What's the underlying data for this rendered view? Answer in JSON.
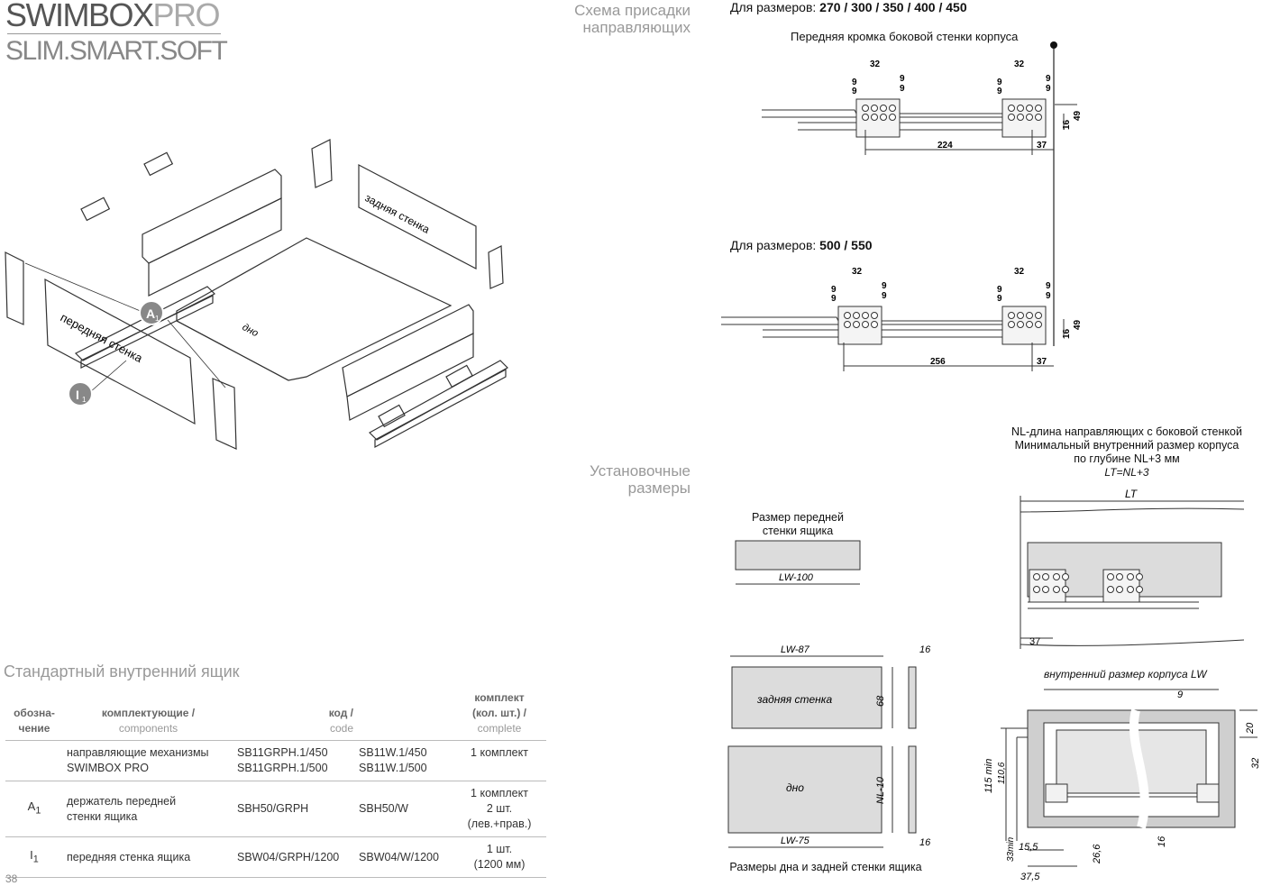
{
  "brand": {
    "name_strong": "SWIMBOX",
    "name_thin": "PRO",
    "slogan": "SLIM.SMART.SOFT"
  },
  "sections": {
    "scheme_line1": "Схема присадки",
    "scheme_line2": "направляющих",
    "install_line1": "Установочные",
    "install_line2": "размеры",
    "standard_box": "Стандартный внутренний ящик"
  },
  "exploded": {
    "back_wall": "задняя стенка",
    "front_wall": "передняя стенка",
    "bottom": "дно",
    "marker_a": "A",
    "marker_i": "I",
    "marker_sub": "1"
  },
  "drilling": {
    "sizes1_prefix": "Для размеров: ",
    "sizes1_values": "270 / 300 / 350 / 400 / 450",
    "front_edge_label": "Передняя кромка боковой стенки корпуса",
    "sizes2_prefix": "Для размеров: ",
    "sizes2_values": "500 / 550",
    "dim_32": "32",
    "dim_9": "9",
    "dim_49": "49",
    "dim_16": "16",
    "dim_37": "37",
    "dim_224": "224",
    "dim_256": "256"
  },
  "install": {
    "nl_note_1": "NL-длина направляющих с боковой стенкой",
    "nl_note_2": "Минимальный внутренний размер корпуса",
    "nl_note_3": "по глубине NL+3 мм",
    "lt_formula": "LT=NL+3",
    "lt": "LT",
    "dim_37": "37",
    "front_size_1": "Размер передней",
    "front_size_2": "стенки ящика",
    "lw100": "LW-100",
    "lw87": "LW-87",
    "dim_16a": "16",
    "back_wall": "задняя стенка",
    "dim_68": "68",
    "bottom": "дно",
    "nl10": "NL-10",
    "lw75": "LW-75",
    "dim_16b": "16",
    "bottom_caption": "Размеры дна и задней стенки ящика",
    "inner_size": "внутренний размер корпуса",
    "lw": "LW",
    "dim_9": "9",
    "dim_20": "20",
    "dim_32": "32",
    "dim_115": "115 min",
    "dim_110": "110,6",
    "dim_33": "33min",
    "dim_155": "15,5",
    "dim_375": "37,5",
    "dim_266": "26,6",
    "dim_16": "16"
  },
  "table": {
    "headers": {
      "designation_1": "обозна-",
      "designation_2": "чение",
      "components_ru": "комплектующие /",
      "components_en": "components",
      "code_ru": "код /",
      "code_en": "code",
      "set_ru_1": "комплект",
      "set_ru_2": "(кол. шт.) /",
      "set_en": "complete"
    },
    "rows": [
      {
        "sym": "",
        "sym_sub": "",
        "name_1": "направляющие механизмы",
        "name_2": "SWIMBOX PRO",
        "code_a_1": "SB11GRPH.1/450",
        "code_a_2": "SB11GRPH.1/500",
        "code_b_1": "SB11W.1/450",
        "code_b_2": "SB11W.1/500",
        "set_1": "1 комплект",
        "set_2": "",
        "set_3": ""
      },
      {
        "sym": "A",
        "sym_sub": "1",
        "name_1": "держатель передней",
        "name_2": "стенки ящика",
        "code_a_1": "SBH50/GRPH",
        "code_a_2": "",
        "code_b_1": "SBH50/W",
        "code_b_2": "",
        "set_1": "1 комплект",
        "set_2": "2 шт.",
        "set_3": "(лев.+прав.)"
      },
      {
        "sym": "I",
        "sym_sub": "1",
        "name_1": "передняя стенка ящика",
        "name_2": "",
        "code_a_1": "SBW04/GRPH/1200",
        "code_a_2": "",
        "code_b_1": "SBW04/W/1200",
        "code_b_2": "",
        "set_1": "1 шт.",
        "set_2": "(1200 мм)",
        "set_3": ""
      }
    ]
  },
  "page_number": "38"
}
